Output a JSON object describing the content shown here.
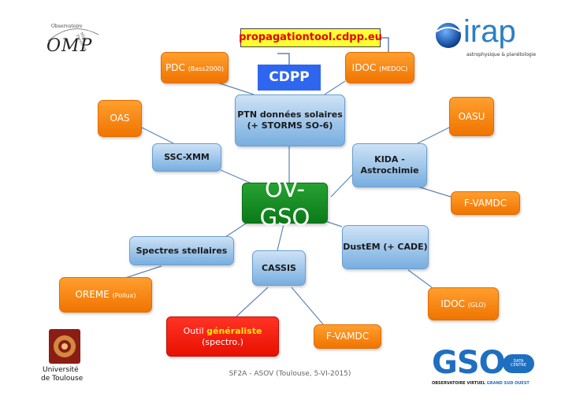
{
  "url_label": "propagationtool.cdpp.eu",
  "cdpp_label": "CDPP",
  "center_label": "OV-GSO",
  "blue_nodes": {
    "ptn_line1": "PTN données solaires",
    "ptn_line2": "(+ STORMS SO-6)",
    "ssc_xmm": "SSC-XMM",
    "kida_line1": "KIDA -",
    "kida_line2": "Astrochimie",
    "spectres": "Spectres stellaires",
    "cassis": "CASSIS",
    "dustem": "DustEM (+ CADE)"
  },
  "orange_nodes": {
    "pdc_main": "PDC",
    "pdc_sub": "(Bass2000)",
    "idoc_main": "IDOC",
    "idoc_sub": "(MEDOC)",
    "oas": "OAS",
    "oasu": "OASU",
    "fvamdc_right": "F-VAMDC",
    "oreme_main": "OREME",
    "oreme_sub": "(Pollux)",
    "idoc_glo_main": "IDOC",
    "idoc_glo_sub": "(GLO)",
    "fvamdc_bottom": "F-VAMDC"
  },
  "red_node": {
    "prefix": "Outil ",
    "highlight": "généraliste",
    "line2": "(spectro.)"
  },
  "logos": {
    "omp_arc": "Observatoire",
    "omp_side": "Midi-Pyrénées",
    "omp_text": "OMP",
    "irap_text": "irap",
    "irap_sub": "astrophysique & planétologie",
    "univ_line1": "Université",
    "univ_line2": "de Toulouse",
    "gso_text": "GSO",
    "gso_badge_line1": "DATA",
    "gso_badge_line2": "CENTRE",
    "gso_sub1": "OBSERVATOIRE VIRTUEL ",
    "gso_sub2": "GRAND SUD OUEST"
  },
  "footer": "SF2A - ASOV (Toulouse, 5-VI-2015)",
  "colors": {
    "orange": "#f58a12",
    "blue": "#9cc3ea",
    "green": "#149126",
    "red": "#f21a0b",
    "cdpp_blue": "#2f66f0",
    "url_yellow": "#ffff33",
    "irap_blue": "#2b7fc4",
    "gso_blue": "#1f6fc0"
  }
}
